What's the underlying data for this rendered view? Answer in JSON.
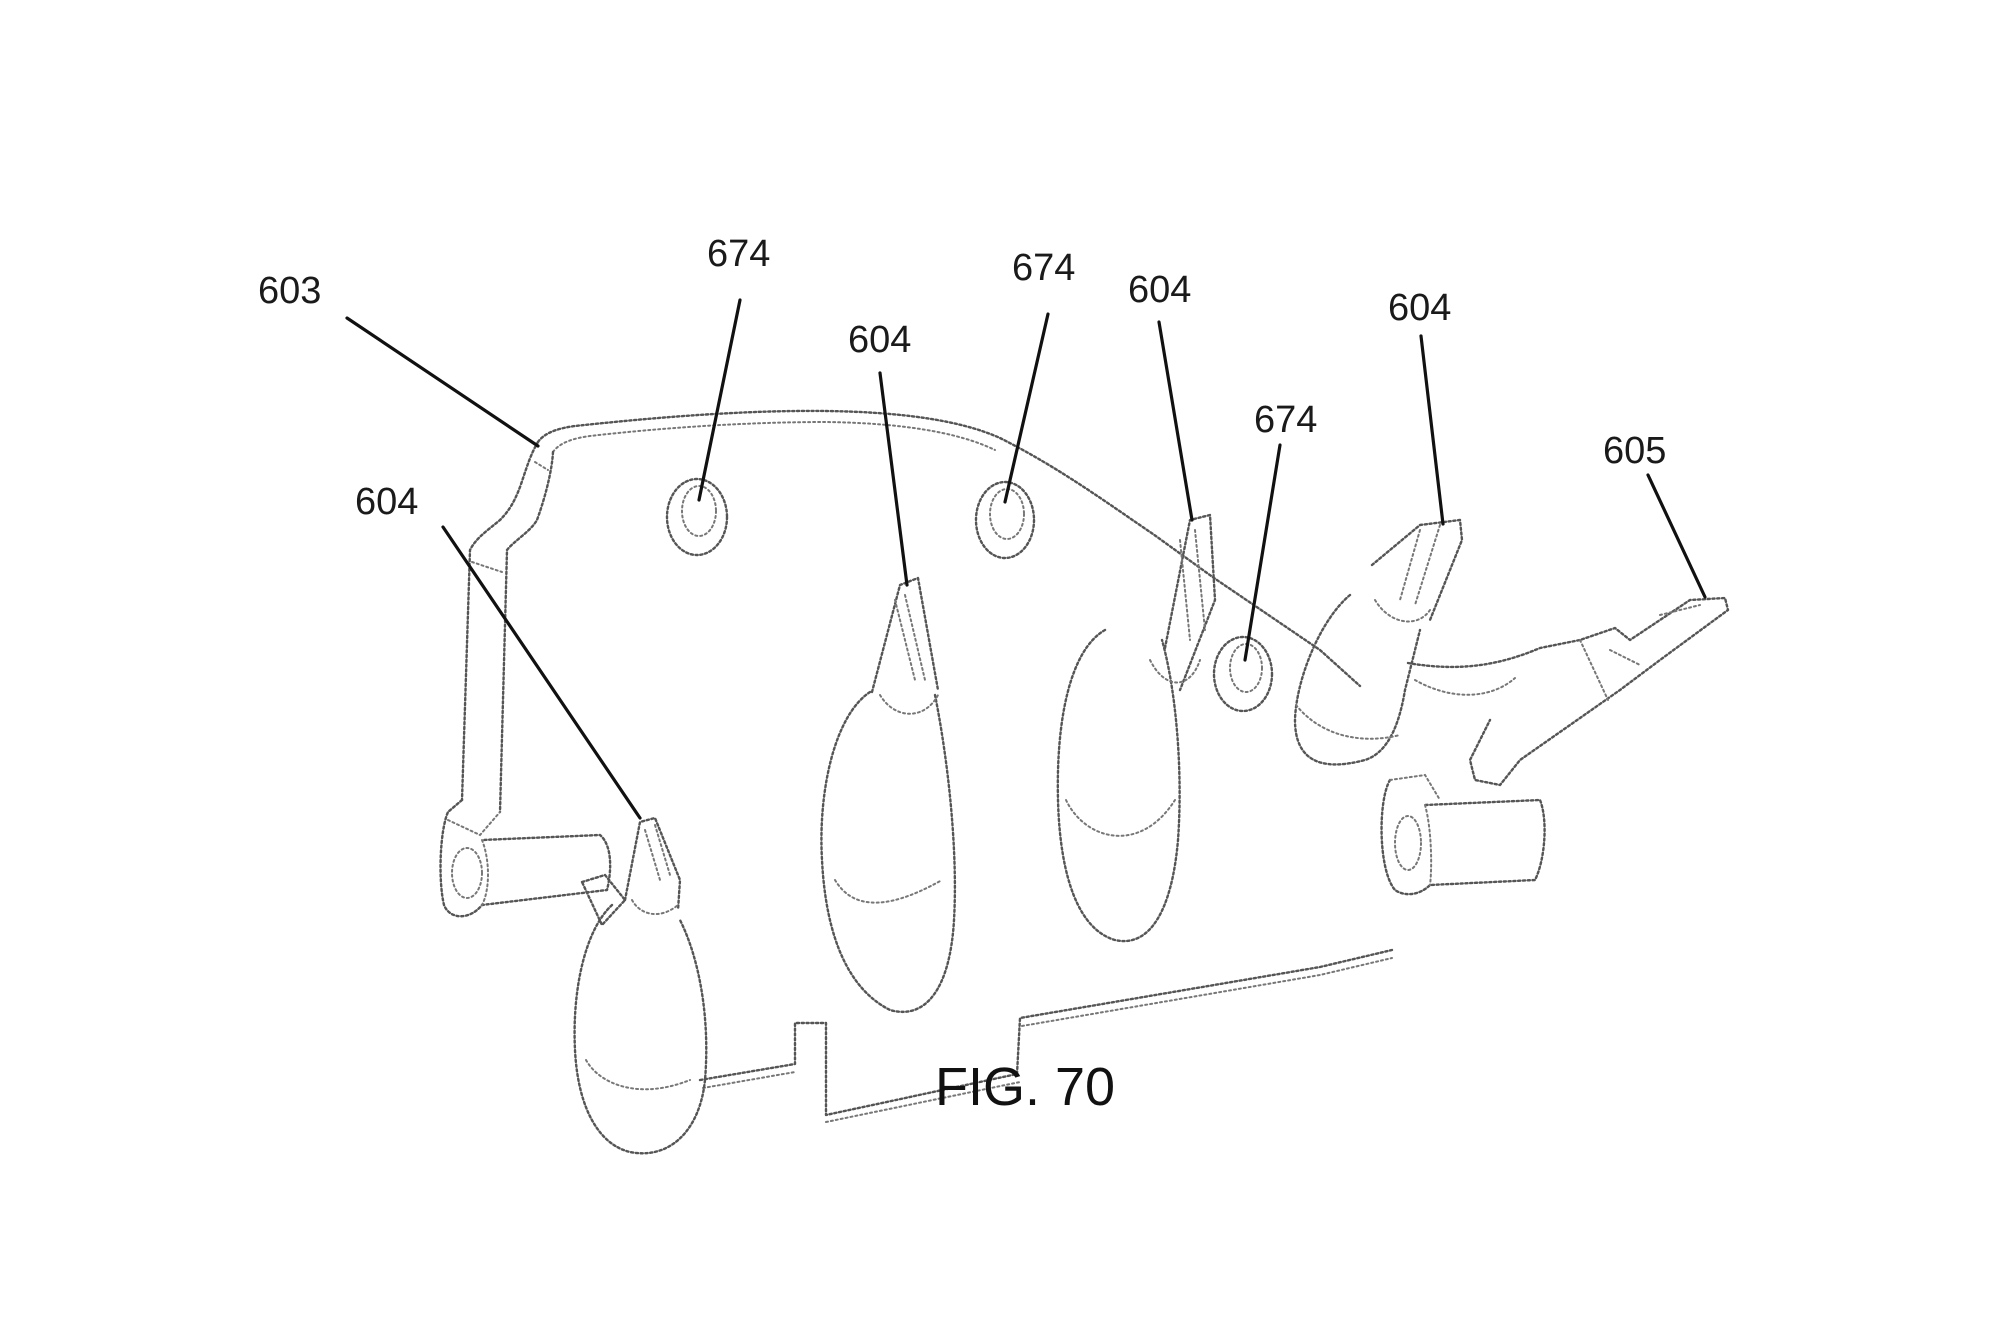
{
  "figure": {
    "caption": "FIG. 70",
    "reference_numerals": {
      "frame": "603",
      "hole_a": "674",
      "hole_b": "674",
      "hole_c": "674",
      "nozzle_1": "604",
      "nozzle_2": "604",
      "nozzle_3": "604",
      "nozzle_4": "604",
      "end_nozzle": "605"
    }
  }
}
